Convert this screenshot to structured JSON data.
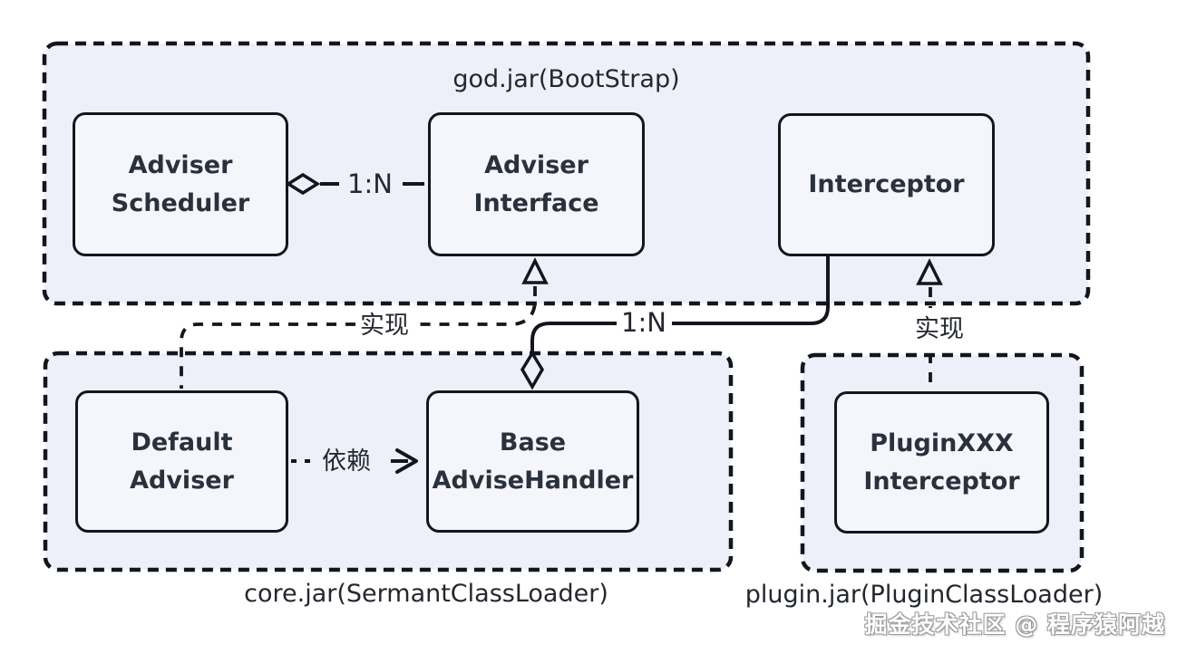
{
  "colors": {
    "container_fill": "#edf0f8",
    "box_fill": "#f4f6fb",
    "stroke": "#15151d",
    "box_text": "#2b313c",
    "label_text": "#23272e"
  },
  "containers": {
    "god": {
      "title": "god.jar(BootStrap)"
    },
    "core": {
      "title": "core.jar(SermantClassLoader)"
    },
    "plugin": {
      "title": "plugin.jar(PluginClassLoader)"
    }
  },
  "boxes": {
    "adviser_scheduler": {
      "lines": [
        "Adviser",
        "Scheduler"
      ]
    },
    "adviser_interface": {
      "lines": [
        "Adviser",
        "Interface"
      ]
    },
    "interceptor": {
      "lines": [
        "Interceptor"
      ]
    },
    "default_adviser": {
      "lines": [
        "Default",
        "Adviser"
      ]
    },
    "base_advisehandler": {
      "lines": [
        "Base",
        "AdviseHandler"
      ]
    },
    "pluginxxx_interceptor": {
      "lines": [
        "PluginXXX",
        "Interceptor"
      ]
    }
  },
  "relations": {
    "scheduler_to_interface": {
      "label": "1:N",
      "type": "aggregation"
    },
    "interceptor_to_handler": {
      "label": "1:N",
      "type": "aggregation"
    },
    "handler_realizes_interface": {
      "label": "实现",
      "type": "realization"
    },
    "plugin_realizes_interceptor": {
      "label": "实现",
      "type": "realization"
    },
    "adviser_depends_on_handler": {
      "label": "依赖",
      "type": "dependency"
    }
  },
  "watermark": "掘金技术社区 @ 程序猿阿越"
}
